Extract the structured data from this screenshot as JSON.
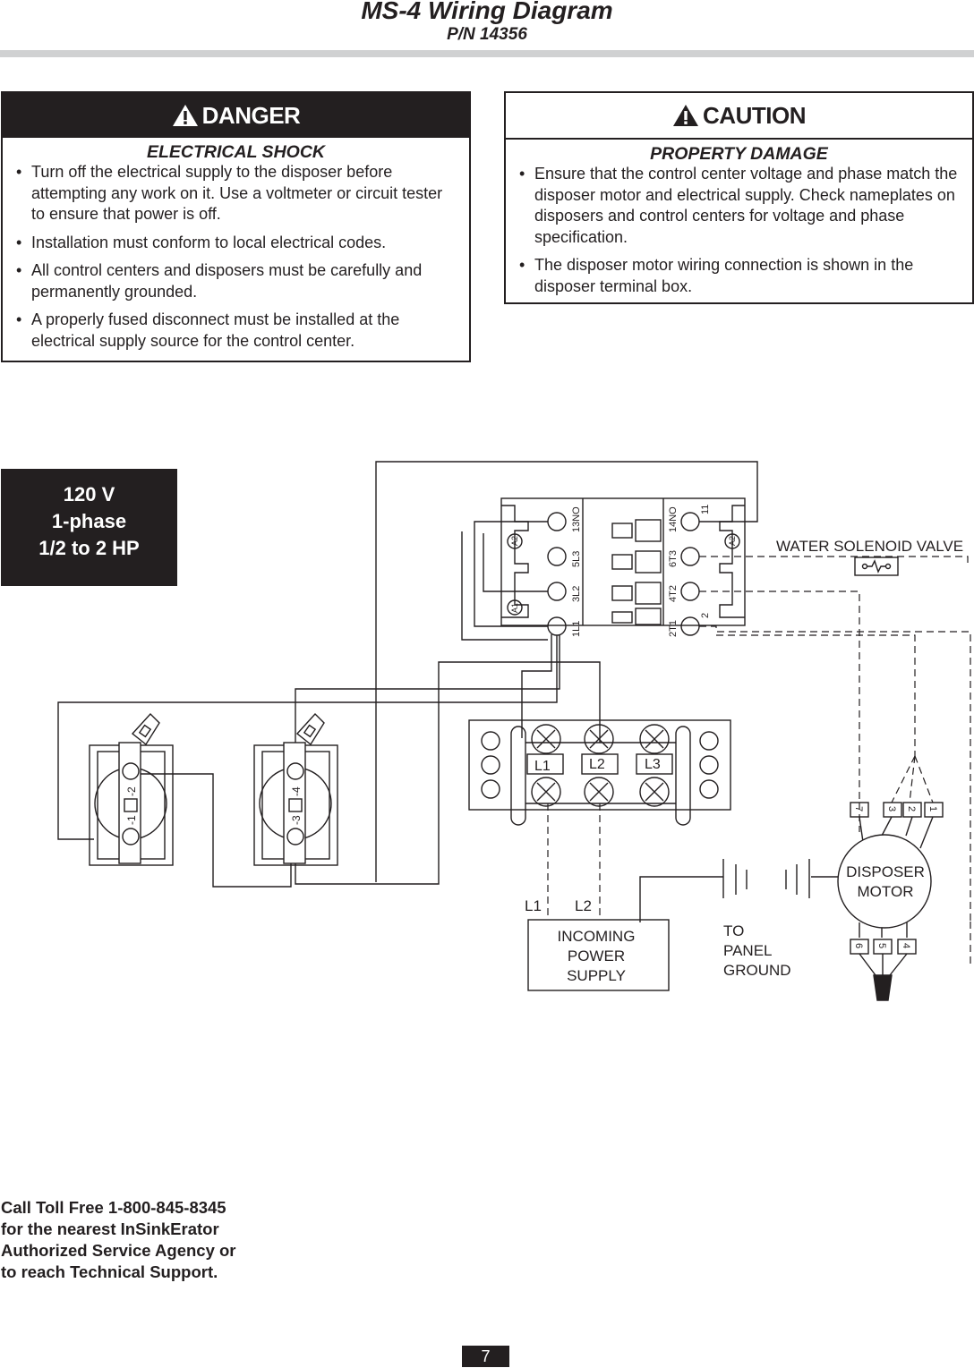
{
  "header": {
    "title": "MS-4 Wiring Diagram",
    "part_number": "P/N 14356"
  },
  "danger": {
    "heading": "DANGER",
    "subheading": "ELECTRICAL SHOCK",
    "items": [
      "Turn off the electrical supply to the disposer before attempting any work on it. Use a voltmeter or circuit tester to ensure that power is off.",
      "Installation must conform to local electrical codes.",
      "All control centers and disposers must be carefully and permanently grounded.",
      "A properly fused disconnect must be installed at the electrical supply source for the control center."
    ]
  },
  "caution": {
    "heading": "CAUTION",
    "subheading": "PROPERTY DAMAGE",
    "items": [
      "Ensure that the control center voltage and phase match the disposer motor and electrical supply. Check nameplates on disposers and control centers for voltage and phase specification.",
      "The disposer motor wiring connection is shown in the disposer terminal box."
    ]
  },
  "spec": {
    "voltage": "120 V",
    "phase": "1-phase",
    "hp": "1/2 to 2 HP"
  },
  "diagram": {
    "contactor_left": {
      "coil_top": "A2",
      "coil_bottom": "A1",
      "terminals": [
        "13NO",
        "5L3",
        "3L2",
        "1L1"
      ]
    },
    "contactor_right": {
      "terminals": [
        "14NO",
        "6T3",
        "4T2",
        "2T1"
      ],
      "coil_top": "A2",
      "aux_top": "11",
      "aux_bottom": "2"
    },
    "switch_left": {
      "top": "-2",
      "bottom": "-1"
    },
    "switch_right": {
      "top": "-4",
      "bottom": "-3"
    },
    "terminal_block": {
      "labels": [
        "L1",
        "L2",
        "L3"
      ]
    },
    "supply_leads": [
      "L1",
      "L2"
    ],
    "incoming_power": [
      "INCOMING",
      "POWER",
      "SUPPLY"
    ],
    "panel_ground": [
      "TO",
      "PANEL",
      "GROUND"
    ],
    "solenoid_label": "WATER SOLENOID VALVE",
    "motor": {
      "label_line1": "DISPOSER",
      "label_line2": "MOTOR",
      "top_leads": [
        "7",
        "3",
        "2",
        "1"
      ],
      "bottom_leads": [
        "6",
        "5",
        "4"
      ]
    }
  },
  "footer": {
    "lines": [
      "Call Toll Free 1-800-845-8345",
      "for the nearest InSinkErator",
      "Authorized Service Agency or",
      "to reach Technical Support."
    ]
  },
  "page_number": "7"
}
